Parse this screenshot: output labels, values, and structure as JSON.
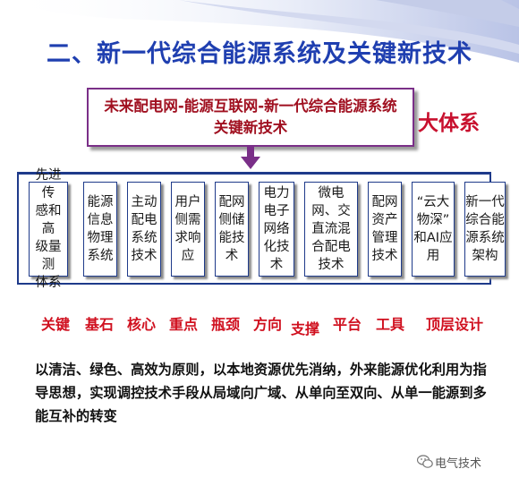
{
  "title": "二、新一代综合能源系统及关键新技术",
  "top_box": {
    "line1": "未来配电网-能源互联网-新一代综合能源系统",
    "line2": "关键新技术"
  },
  "side_label": "大体系",
  "columns": [
    "先进传\n感和高\n级量测\n体系",
    "能源\n信息\n物理\n系统",
    "主动\n配电\n系统\n技术",
    "用户\n侧需\n求响\n应",
    "配网\n侧储\n能技\n术",
    "电力\n电子\n网络\n化技\n术",
    "微电\n网、交\n直流混\n合配电\n技术",
    "配网\n资产\n管理\n技术",
    "“云大\n物深”\n和AI应\n用",
    "新一代\n综合能\n源系统\n架构"
  ],
  "keywords": [
    "关键",
    "基石",
    "核心",
    "重点",
    "瓶颈",
    "方向",
    "支撑",
    "平台",
    "工具",
    "顶层设计"
  ],
  "description": "以清洁、绿色、高效为原则，以本地资源优先消纳，外来能源优化利用为指导思想，实现调控技术手段从局域向广域、从单向至双向、从单一能源到多能互补的转变",
  "watermark": "电气技术",
  "colors": {
    "title": "#1f3fb0",
    "accent_red": "#c8102e",
    "frame_blue": "#1e3a8a",
    "top_box_border": "#7a2f88",
    "arrow": "#7a2f88"
  }
}
